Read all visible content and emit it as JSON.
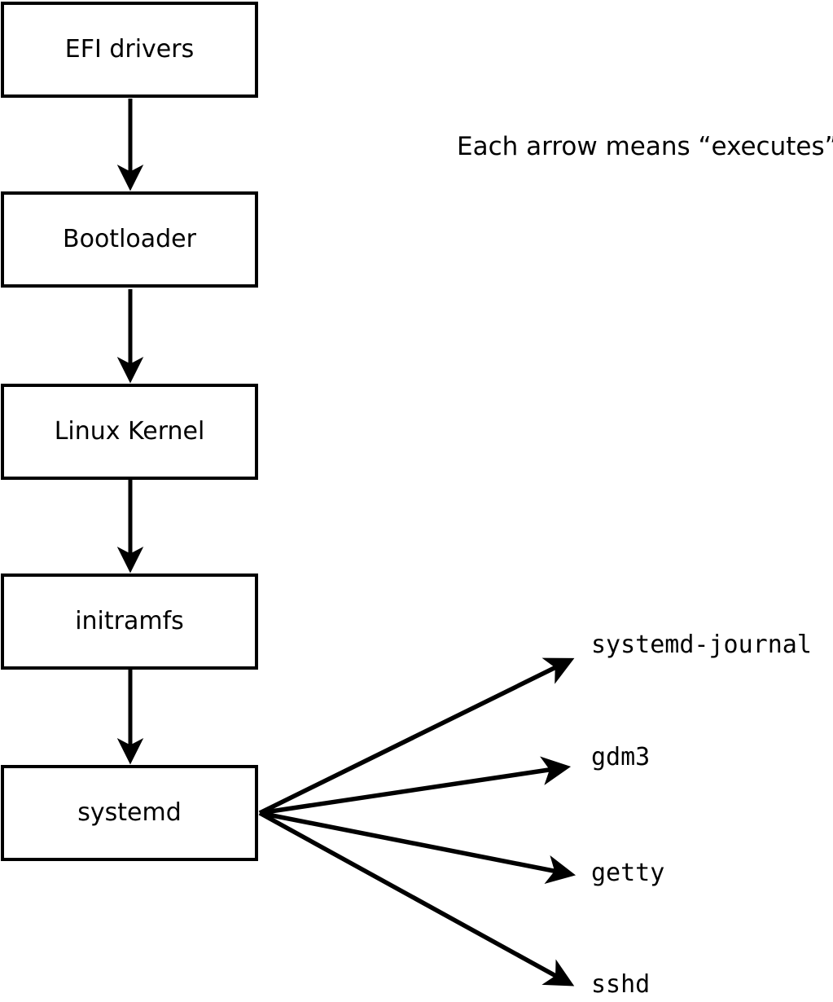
{
  "diagram": {
    "title_note": "Each arrow means “executes”.",
    "chain_nodes": [
      {
        "label": "EFI drivers"
      },
      {
        "label": "Bootloader"
      },
      {
        "label": "Linux Kernel"
      },
      {
        "label": "initramfs"
      },
      {
        "label": "systemd"
      }
    ],
    "spawned_processes": [
      {
        "label": "systemd-journal"
      },
      {
        "label": "gdm3"
      },
      {
        "label": "getty"
      },
      {
        "label": "sshd"
      }
    ],
    "colors": {
      "background": "#ffffff",
      "box_fill": "#ffffff",
      "box_border": "#000000",
      "arrow": "#000000",
      "text": "#000000"
    }
  }
}
